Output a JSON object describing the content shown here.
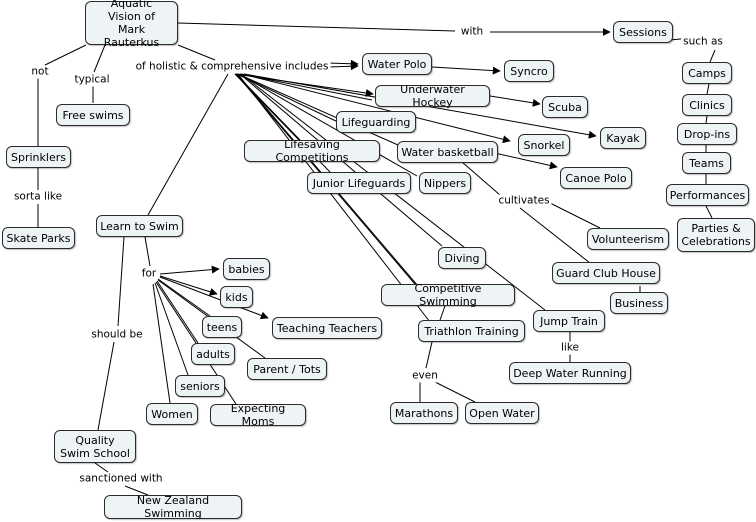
{
  "nodes": {
    "root": "Aquatic\nVision of\nMark Rauterkus",
    "sessions": "Sessions",
    "camps": "Camps",
    "clinics": "Clinics",
    "dropins": "Drop-ins",
    "teams": "Teams",
    "performances": "Performances",
    "parties": "Parties &\nCelebrations",
    "waterpolo": "Water Polo",
    "syncro": "Syncro",
    "underwater": "Underwater Hockey",
    "scuba": "Scuba",
    "lifeguarding": "Lifeguarding",
    "snorkel": "Snorkel",
    "kayak": "Kayak",
    "lifesaving": "Lifesaving Competitions",
    "waterbasket": "Water basketball",
    "canoepolo": "Canoe Polo",
    "juniorlg": "Junior Lifeguards",
    "nippers": "Nippers",
    "volunteerism": "Volunteerism",
    "guardclub": "Guard Club House",
    "business": "Business",
    "diving": "Diving",
    "competitive": "Competitive Swimming",
    "jumptrain": "Jump Train",
    "triathlon": "Triathlon Training",
    "deepwater": "Deep Water Running",
    "marathons": "Marathons",
    "openwater": "Open Water",
    "freeswims": "Free swims",
    "sprinklers": "Sprinklers",
    "skateparks": "Skate Parks",
    "learntoswim": "Learn to Swim",
    "babies": "babies",
    "kids": "kids",
    "teens": "teens",
    "teachingteachers": "Teaching Teachers",
    "adults": "adults",
    "parenttots": "Parent / Tots",
    "seniors": "seniors",
    "women": "Women",
    "expectingmoms": "Expecting Moms",
    "quality": "Quality\nSwim School",
    "nzswimming": "New Zealand Swimming"
  },
  "link_labels": {
    "with": "with",
    "suchas": "such as",
    "includes": "of holistic & comprehensive includes",
    "not": "not",
    "typical": "typical",
    "sortalike": "sorta like",
    "for": "for",
    "shouldbe": "should be",
    "sanctioned": "sanctioned with",
    "cultivates": "cultivates",
    "like": "like",
    "even": "even"
  },
  "colors": {
    "node_fill": "#eef3f6",
    "border": "#2b2b2b",
    "line": "#000000"
  }
}
